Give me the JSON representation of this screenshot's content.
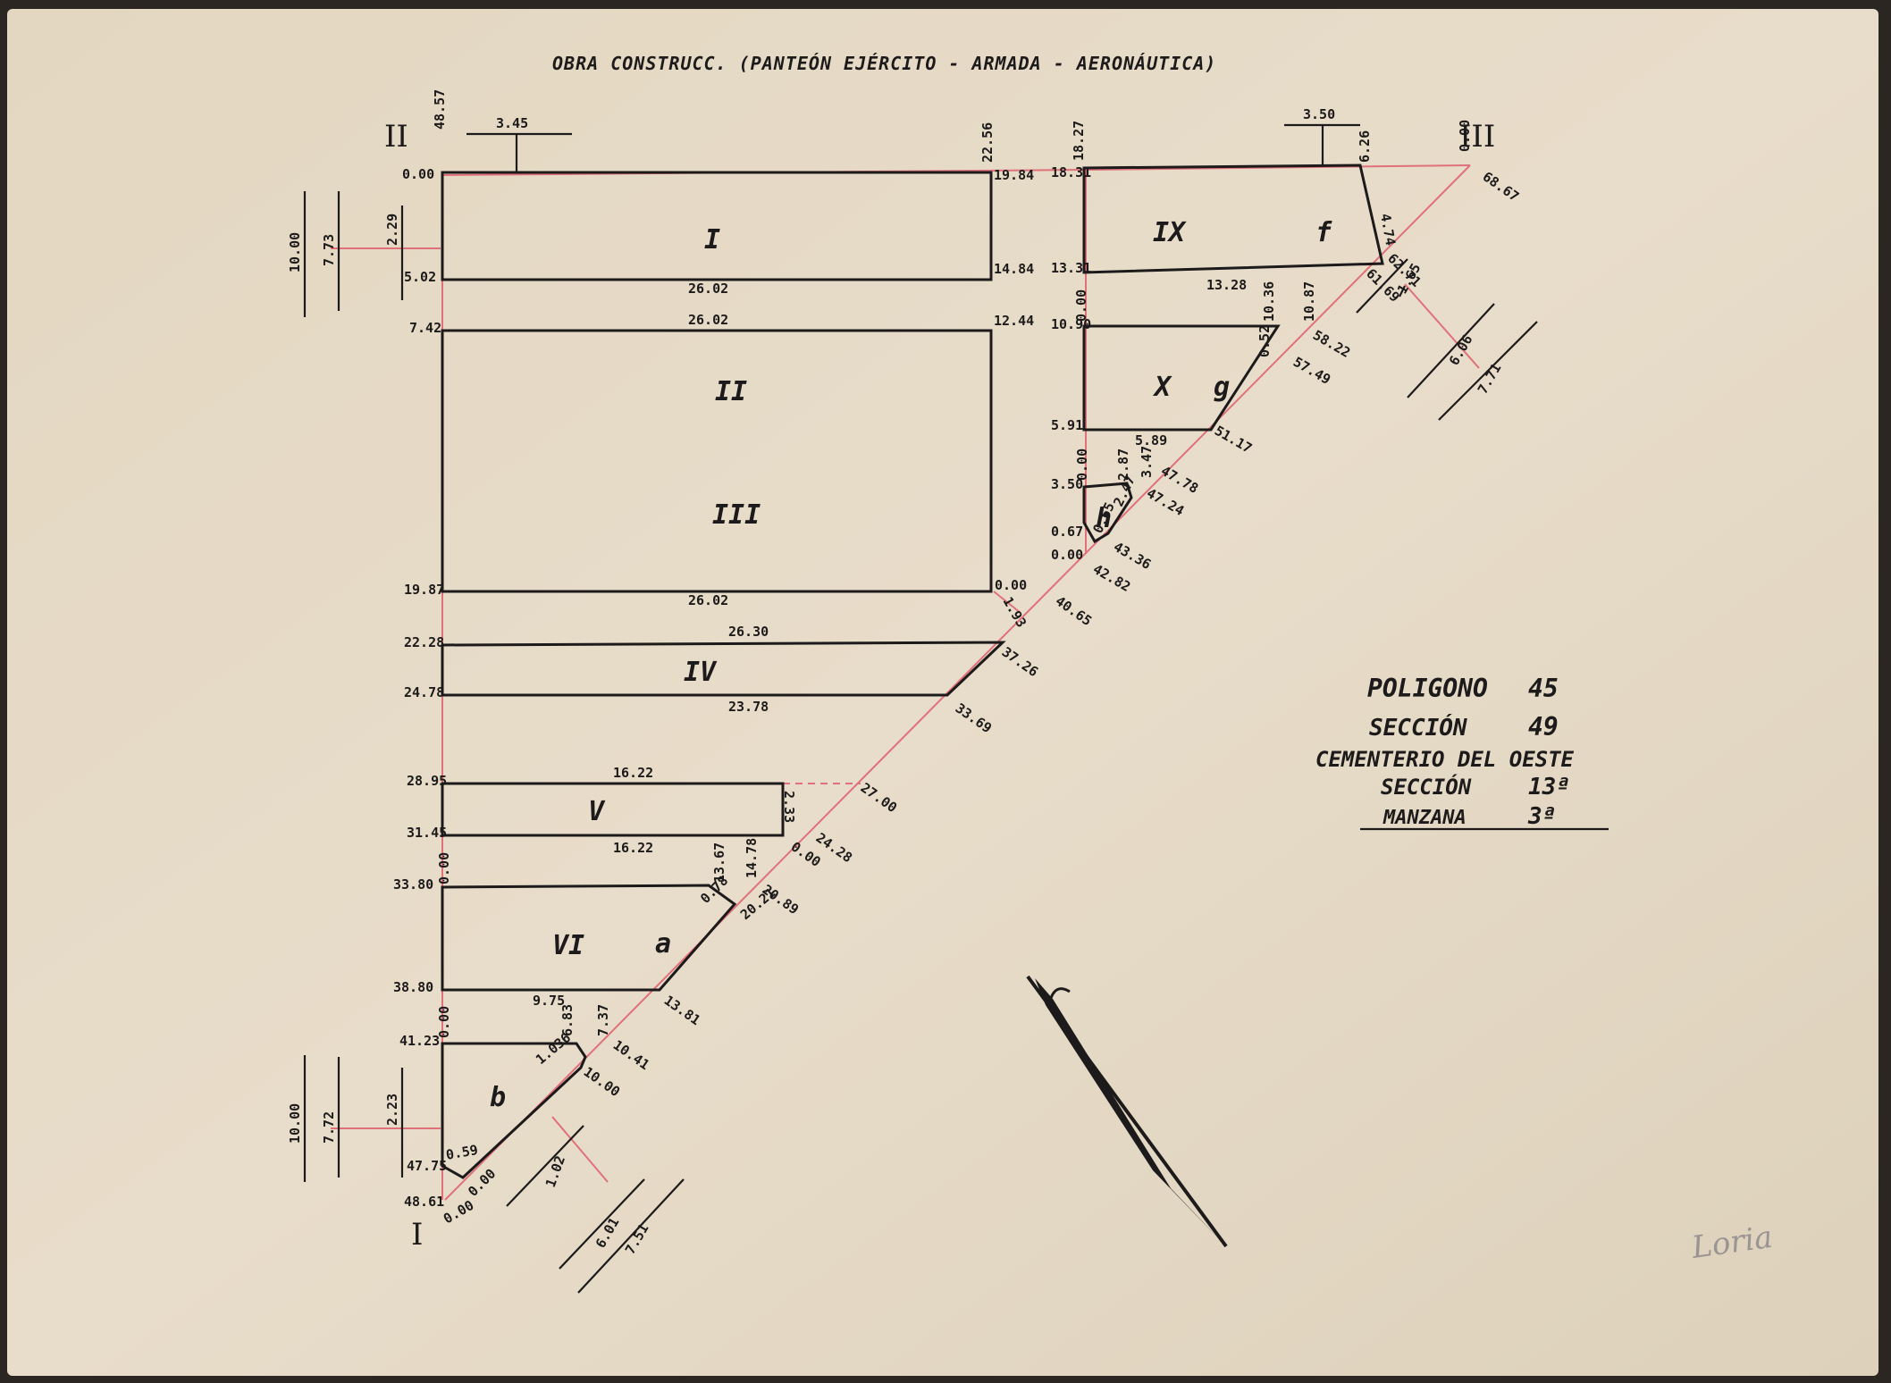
{
  "title": "OBRA CONSTRUCC. (PANTEÓN EJÉRCITO - ARMADA - AERONÁUTICA)",
  "legend": {
    "poligono": "POLIGONO",
    "poligono_val": "45",
    "seccion": "SECCIÓN",
    "seccion_val": "49",
    "cementerio": "CEMENTERIO DEL OESTE",
    "seccion2": "SECCIÓN",
    "seccion2_val": "13ª",
    "manzana": "MANZANA",
    "manzana_val": "3ª"
  },
  "vertices": {
    "v1": "I",
    "v2": "II",
    "v3": "III"
  },
  "plots": {
    "p1": "I",
    "p2": "II",
    "p3": "III",
    "p4": "IV",
    "p5": "V",
    "p6": "VI",
    "p9": "IX",
    "p10": "X",
    "a": "a",
    "b": "b",
    "f": "f",
    "g": "g",
    "h": "h"
  },
  "measures": {
    "m4857": "48.57",
    "m345": "3.45",
    "m000a": "0.00",
    "m1000a": "10.00",
    "m773": "7.73",
    "m229": "2.29",
    "m502": "5.02",
    "m2602a": "26.02",
    "m742": "7.42",
    "m2602b": "26.02",
    "m1987": "19.87",
    "m2602c": "26.02",
    "m2256": "22.56",
    "m1984": "19.84",
    "m1484": "14.84",
    "m1244": "12.44",
    "m1827": "18.27",
    "m1831": "18.31",
    "m1331": "13.31",
    "m1328": "13.28",
    "m350a": "3.50",
    "m626": "6.26",
    "m474": "4.74",
    "m6867": "68.67",
    "m000b": "0.00",
    "m6271": "62.71",
    "m6169": "61.69",
    "m165": "1.65",
    "m606": "6.06",
    "m771": "7.71",
    "m000c": "0.00",
    "m1090": "10.90",
    "m1036": "10.36",
    "m1087": "10.87",
    "m5822": "58.22",
    "m052": "0.52",
    "m5749": "57.49",
    "m591": "5.91",
    "m589": "5.89",
    "m5117": "51.17",
    "m000d": "0.00",
    "m350b": "3.50",
    "m287": "2.87",
    "m347": "3.47",
    "m4778": "47.78",
    "m4724": "47.24",
    "m067": "0.67",
    "m247": "2.47",
    "m065": "0.65",
    "m4336": "43.36",
    "m000e": "0.00",
    "m4282": "42.82",
    "m000f": "0.00",
    "m193": "1.93",
    "m4065": "40.65",
    "m2228": "22.28",
    "m2630": "26.30",
    "m3726": "37.26",
    "m2478": "24.78",
    "m2378": "23.78",
    "m3369": "33.69",
    "m2895": "28.95",
    "m1622a": "16.22",
    "m2700": "27.00",
    "m233": "2.33",
    "m3145": "31.45",
    "m1622b": "16.22",
    "m2428": "24.28",
    "m000g": "0.00",
    "m000h": "0.00",
    "m3380": "33.80",
    "m1367": "13.67",
    "m1478": "14.78",
    "m2089": "20.89",
    "m078": "0.78",
    "m2021": "20.21",
    "m3880": "38.80",
    "m975": "9.75",
    "m1381": "13.81",
    "m000i": "0.00",
    "m4123": "41.23",
    "m683": "6.83",
    "m737": "7.37",
    "m1041": "10.41",
    "m1036b": "1.036",
    "m1000b": "10.00",
    "m1000c": "10.00",
    "m772": "7.72",
    "m223": "2.23",
    "m4775": "47.75",
    "m059": "0.59",
    "m000j": "0.00",
    "m102": "1.02",
    "m4861": "48.61",
    "m000k": "0.00",
    "m601": "6.01",
    "m751": "7.51"
  },
  "signature": "Loria"
}
